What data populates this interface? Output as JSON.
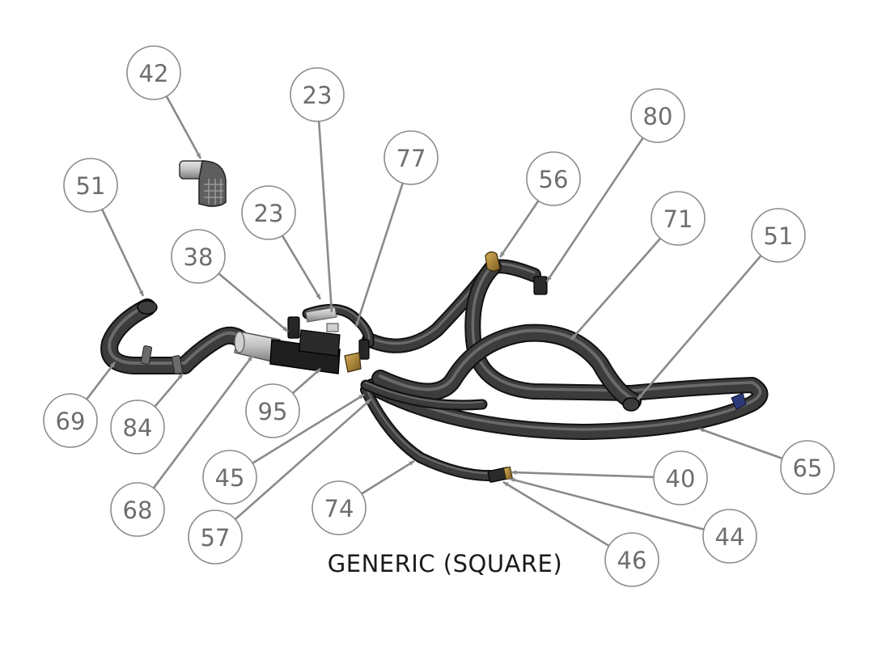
{
  "caption": "GENERIC (SQUARE)",
  "balloons": [
    "42",
    "51",
    "23",
    "23",
    "38",
    "77",
    "56",
    "80",
    "71",
    "51",
    "69",
    "84",
    "95",
    "68",
    "45",
    "57",
    "74",
    "40",
    "65",
    "44",
    "46"
  ]
}
